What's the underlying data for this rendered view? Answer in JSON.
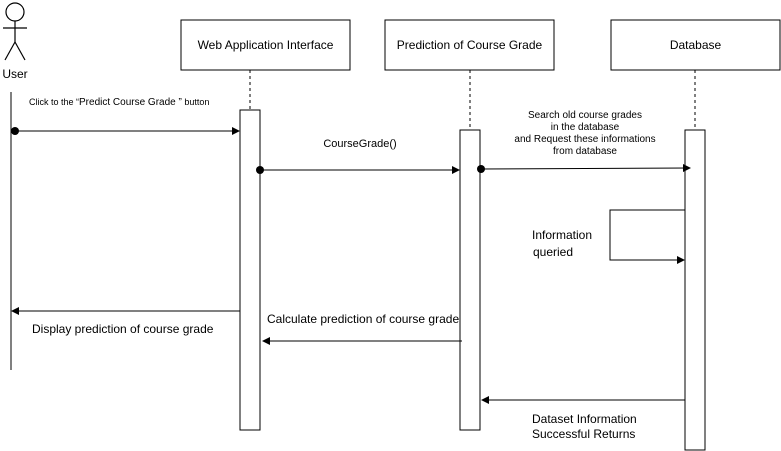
{
  "actor": {
    "label": "User"
  },
  "lifelines": [
    {
      "id": "web",
      "label": "Web Application Interface"
    },
    {
      "id": "pred",
      "label": "Prediction of Course Grade"
    },
    {
      "id": "db",
      "label": "Database"
    }
  ],
  "messages": {
    "m1": {
      "prefix": "Click to the “",
      "emph": "Predict Course Grade ”",
      "suffix": " button"
    },
    "m2": {
      "text": "CourseGrade()"
    },
    "m3": {
      "line1": "Search old course grades",
      "line2": "in the database",
      "line3": "and Request these informations",
      "line4": "from database"
    },
    "self": {
      "line1": "Information",
      "line2": "queried"
    },
    "m5": {
      "line1": "Dataset Information",
      "line2": "Successful Returns"
    },
    "m6": {
      "text": "Calculate prediction of course grade"
    },
    "m7": {
      "text": "Display prediction of course grade"
    }
  },
  "colors": {
    "stroke": "#000000",
    "background": "#ffffff"
  }
}
